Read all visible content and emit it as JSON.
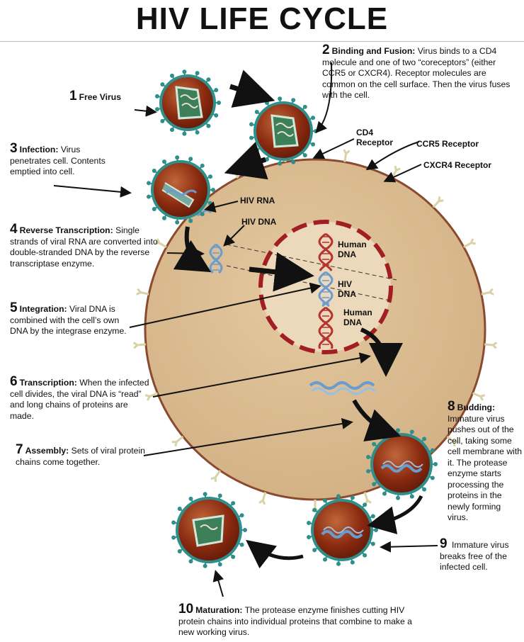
{
  "title": "HIV LIFE CYCLE",
  "steps": [
    {
      "num": "1",
      "head": "Free Virus",
      "text": ""
    },
    {
      "num": "2",
      "head": "Binding and Fusion:",
      "text": "Virus binds to a CD4 molecule and one of two “coreceptors” (either CCR5 or CXCR4). Receptor molecules are common on the cell surface.  Then the virus fuses with the cell."
    },
    {
      "num": "3",
      "head": "Infection:",
      "text": "Virus penetrates cell.  Contents emptied into cell."
    },
    {
      "num": "4",
      "head": "Reverse Transcription:",
      "text": "Single strands of viral RNA are converted into double-stranded DNA by the reverse transcriptase enzyme."
    },
    {
      "num": "5",
      "head": "Integration:",
      "text": "Viral DNA is combined with the cell’s own DNA by the integrase enzyme."
    },
    {
      "num": "6",
      "head": "Transcription:",
      "text": "When the infected cell divides, the viral DNA is “read” and long chains of proteins are made."
    },
    {
      "num": "7",
      "head": "Assembly:",
      "text": "Sets of viral protein chains come together."
    },
    {
      "num": "8",
      "head": "Budding:",
      "text": "Immature virus pushes out of the cell, taking some cell membrane with it. The protease enzyme starts processing the proteins in the newly forming virus."
    },
    {
      "num": "9",
      "head": "",
      "text": "Immature virus breaks free of the infected cell."
    },
    {
      "num": "10",
      "head": "Maturation:",
      "text": "The protease enzyme finishes  cutting HIV protein chains into individual proteins that combine to make a new working virus."
    }
  ],
  "labels": {
    "cd4": "CD4 Receptor",
    "ccr5": "CCR5 Receptor",
    "cxcr4": "CXCR4 Receptor",
    "hiv_rna": "HIV RNA",
    "hiv_dna": "HIV DNA",
    "human_dna_top": "Human DNA",
    "hiv_dna_nucleus": "HIV DNA",
    "human_dna_bottom": "Human DNA"
  },
  "colors": {
    "cell_fill": "#d8b98e",
    "cell_border": "#8b4a2f",
    "nucleus_fill": "#ecd9bb",
    "nucleus_border": "#a11e22",
    "virus_core": "#8a2a10",
    "virus_shell": "#2f8f8a",
    "hiv_strand": "#6a9ccf",
    "human_strand": "#b5322e",
    "receptor": "#d9d2a6"
  }
}
